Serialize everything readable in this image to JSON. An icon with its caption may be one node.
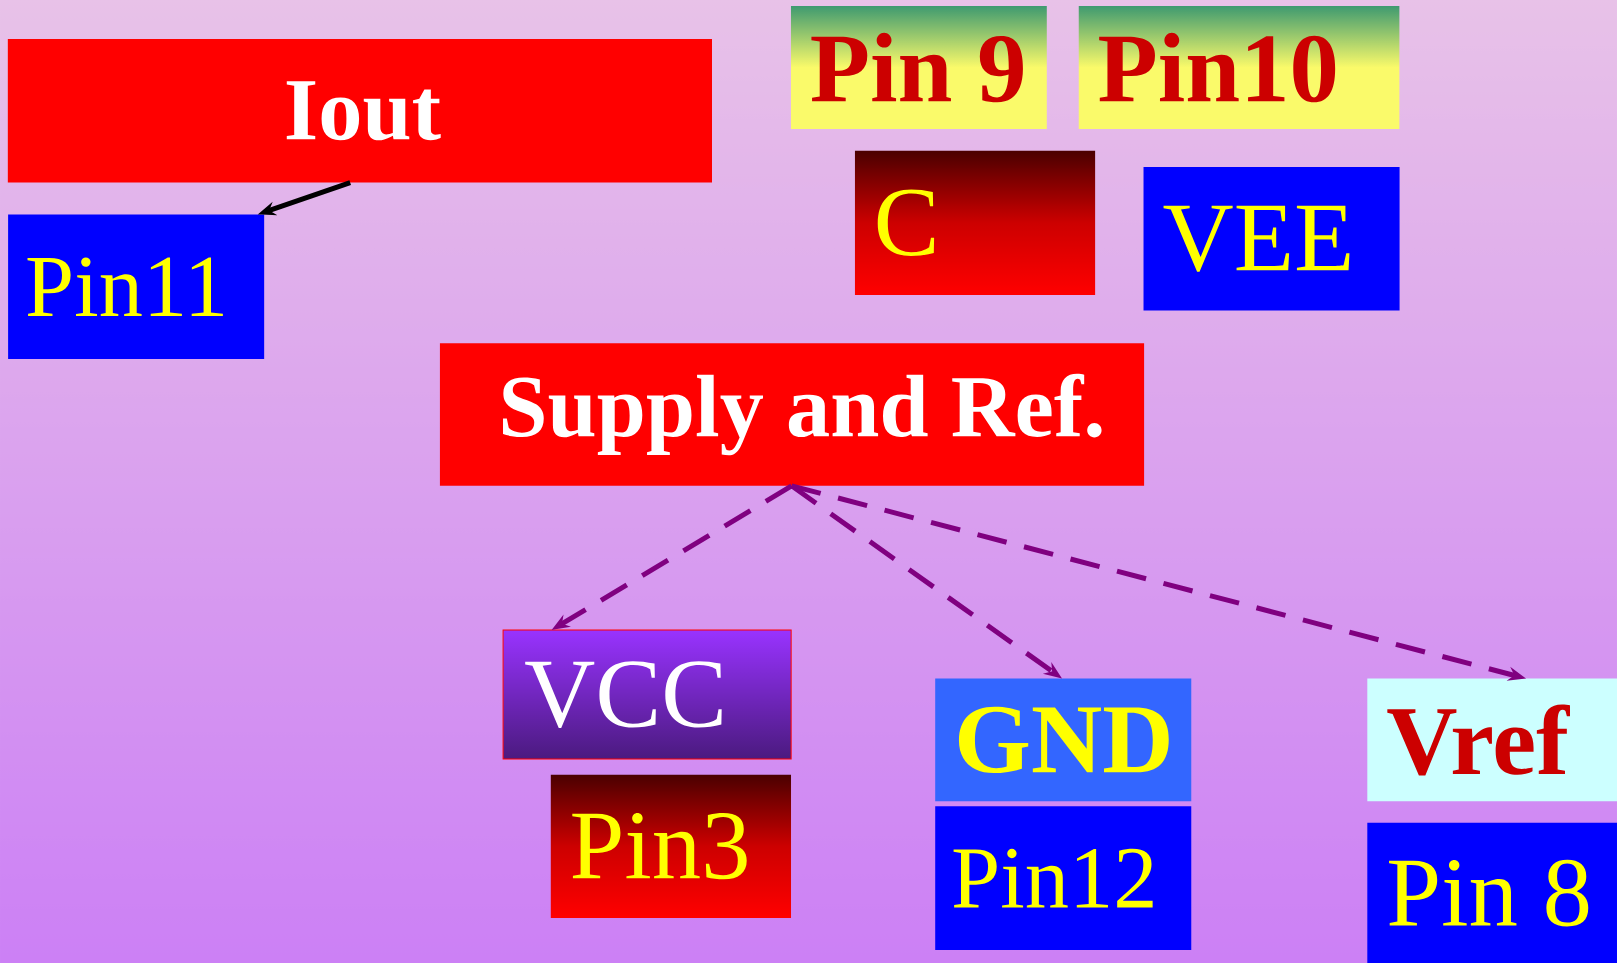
{
  "diagram": {
    "nodes": [
      {
        "text": [
          "Iout"
        ]
      },
      {
        "text": [
          "Pin11"
        ]
      },
      {
        "text": [
          "Pin 9"
        ]
      },
      {
        "text": [
          "Pin10"
        ]
      },
      {
        "text": [
          "C"
        ]
      },
      {
        "text": [
          "VEE"
        ]
      },
      {
        "text": [
          "Supply and Ref."
        ]
      },
      {
        "text": [
          "VCC"
        ]
      },
      {
        "text": [
          "Pin3"
        ]
      },
      {
        "text": [
          "GND"
        ]
      },
      {
        "text": [
          "Pin12"
        ]
      },
      {
        "text": [
          "Vref"
        ]
      },
      {
        "text": [
          "Pin 8"
        ]
      }
    ],
    "edges": [
      {
        "from": 0,
        "to": 1,
        "arrow": "to",
        "color": "#000000"
      },
      {
        "from": 6,
        "to": 7,
        "arrow": "to",
        "style": "dashed"
      },
      {
        "from": 6,
        "to": 9,
        "arrow": "to",
        "style": "dashed"
      },
      {
        "from": 6,
        "to": 11,
        "arrow": "to",
        "style": "dashed"
      }
    ]
  }
}
